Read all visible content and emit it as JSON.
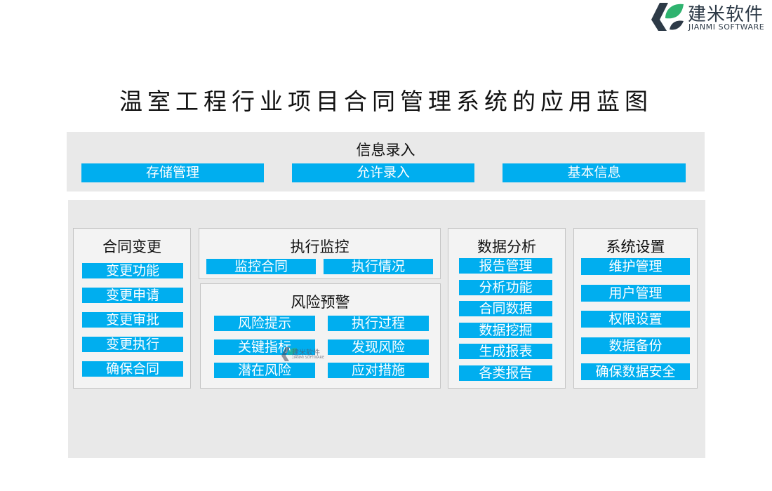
{
  "logo": {
    "cn": "建米软件",
    "en": "JIANMI SOFTWARE"
  },
  "title": "温室工程行业项目合同管理系统的应用蓝图",
  "info_entry": {
    "title": "信息录入",
    "items": [
      "存储管理",
      "允许录入",
      "基本信息"
    ]
  },
  "contract_change": {
    "title": "合同变更",
    "items": [
      "变更功能",
      "变更申请",
      "变更审批",
      "变更执行",
      "确保合同"
    ]
  },
  "exec_monitor": {
    "title": "执行监控",
    "items": [
      "监控合同",
      "执行情况"
    ]
  },
  "risk_warning": {
    "title": "风险预警",
    "items": [
      "风险提示",
      "执行过程",
      "关键指标",
      "发现风险",
      "潜在风险",
      "应对措施"
    ]
  },
  "data_analysis": {
    "title": "数据分析",
    "items": [
      "报告管理",
      "分析功能",
      "合同数据",
      "数据挖掘",
      "生成报表",
      "各类报告"
    ]
  },
  "system_settings": {
    "title": "系统设置",
    "items": [
      "维护管理",
      "用户管理",
      "权限设置",
      "数据备份",
      "确保数据安全"
    ]
  },
  "watermark": {
    "cn": "建米软件",
    "en": "JIANMI SOFTWARE"
  }
}
